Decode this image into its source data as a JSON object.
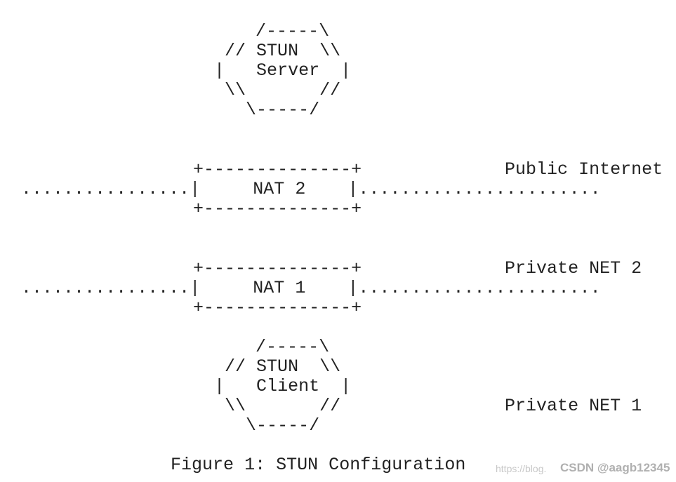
{
  "diagram": {
    "stun_server": {
      "lines": [
        "  /-----\\",
        "// STUN  \\\\",
        "|   Server  |",
        " \\\\       //",
        "   \\-----/"
      ]
    },
    "nat2": {
      "top": "+--------------+",
      "middle": "................|     NAT 2    |.......................",
      "bottom": "+--------------+",
      "side_label": "Public Internet"
    },
    "nat1": {
      "top": "+--------------+",
      "middle": "................|     NAT 1    |.......................",
      "bottom": "+--------------+",
      "side_label": "Private NET 2"
    },
    "stun_client": {
      "lines": [
        "  /-----\\",
        "// STUN  \\\\",
        "|   Client  |",
        " \\\\       //",
        "   \\-----/"
      ],
      "side_label": "Private NET 1"
    },
    "caption": "Figure 1: STUN Configuration"
  },
  "watermark": {
    "url_text": "https://blog.",
    "brand_text": "CSDN @aagb12345"
  }
}
